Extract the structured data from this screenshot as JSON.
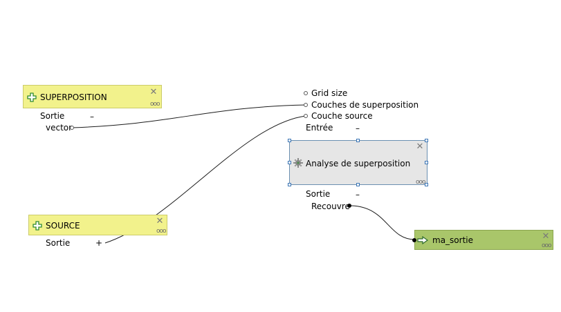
{
  "nodes": {
    "superposition": {
      "title": "SUPERPOSITION",
      "output_header": "Sortie",
      "output_toggle": "–",
      "output_port": "vector"
    },
    "source": {
      "title": "SOURCE",
      "output_header": "Sortie",
      "output_toggle": "+"
    },
    "analyse": {
      "title": "Analyse de superposition",
      "inputs": [
        "Grid size",
        "Couches de superposition",
        "Couche source"
      ],
      "input_header": "Entrée",
      "input_toggle": "–",
      "output_header": "Sortie",
      "output_toggle": "–",
      "output_port": "Recouvre"
    },
    "ma_sortie": {
      "title": "ma_sortie"
    }
  },
  "icons": {
    "input": "plus-icon",
    "output": "arrow-icon",
    "algorithm": "gear-icon",
    "close": "close-icon",
    "more": "more-icon"
  },
  "colors": {
    "input_node": "#f2f28c",
    "output_node": "#a9c66a",
    "algorithm_node": "#e6e6e6",
    "selection": "#3a74b4",
    "wire": "#000000"
  }
}
